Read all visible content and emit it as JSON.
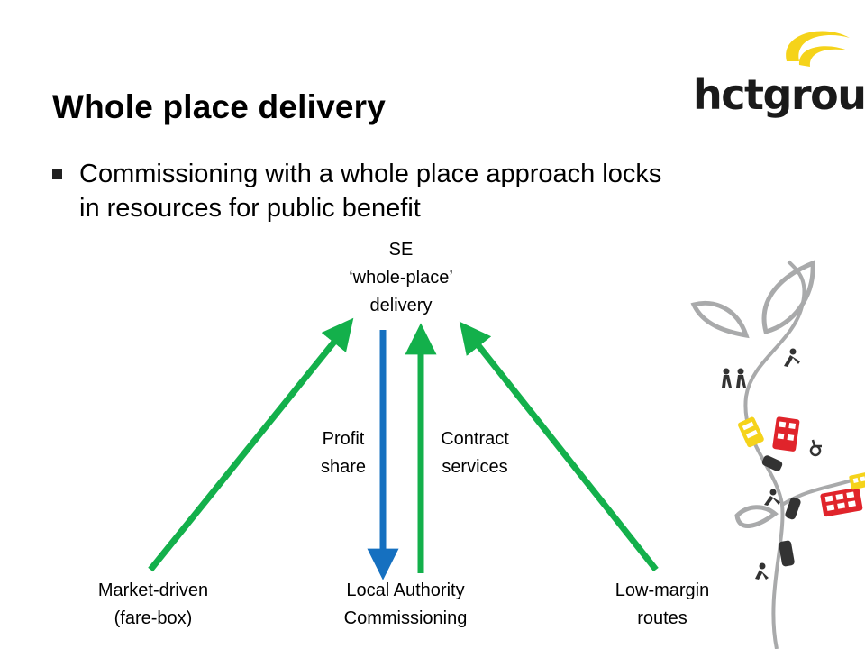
{
  "slide": {
    "title": "Whole place delivery",
    "bullet": "Commissioning with a whole place approach locks in resources for public benefit"
  },
  "logo": {
    "text": "hctgroup"
  },
  "diagram": {
    "top_node": "SE\n‘whole-place’\ndelivery",
    "profit_share": "Profit\nshare",
    "contract_services": "Contract\nservices",
    "bottom_left": "Market-driven\n(fare-box)",
    "bottom_center": "Local Authority\nCommissioning",
    "bottom_right": "Low-margin\nroutes"
  },
  "colors": {
    "green_arrow": "#13b04b",
    "blue_arrow": "#1570c0",
    "logo_yellow": "#f5d31a",
    "vine_grey": "#a9aaab",
    "bus_red": "#e0242b",
    "bus_yellow": "#f5d31a"
  }
}
